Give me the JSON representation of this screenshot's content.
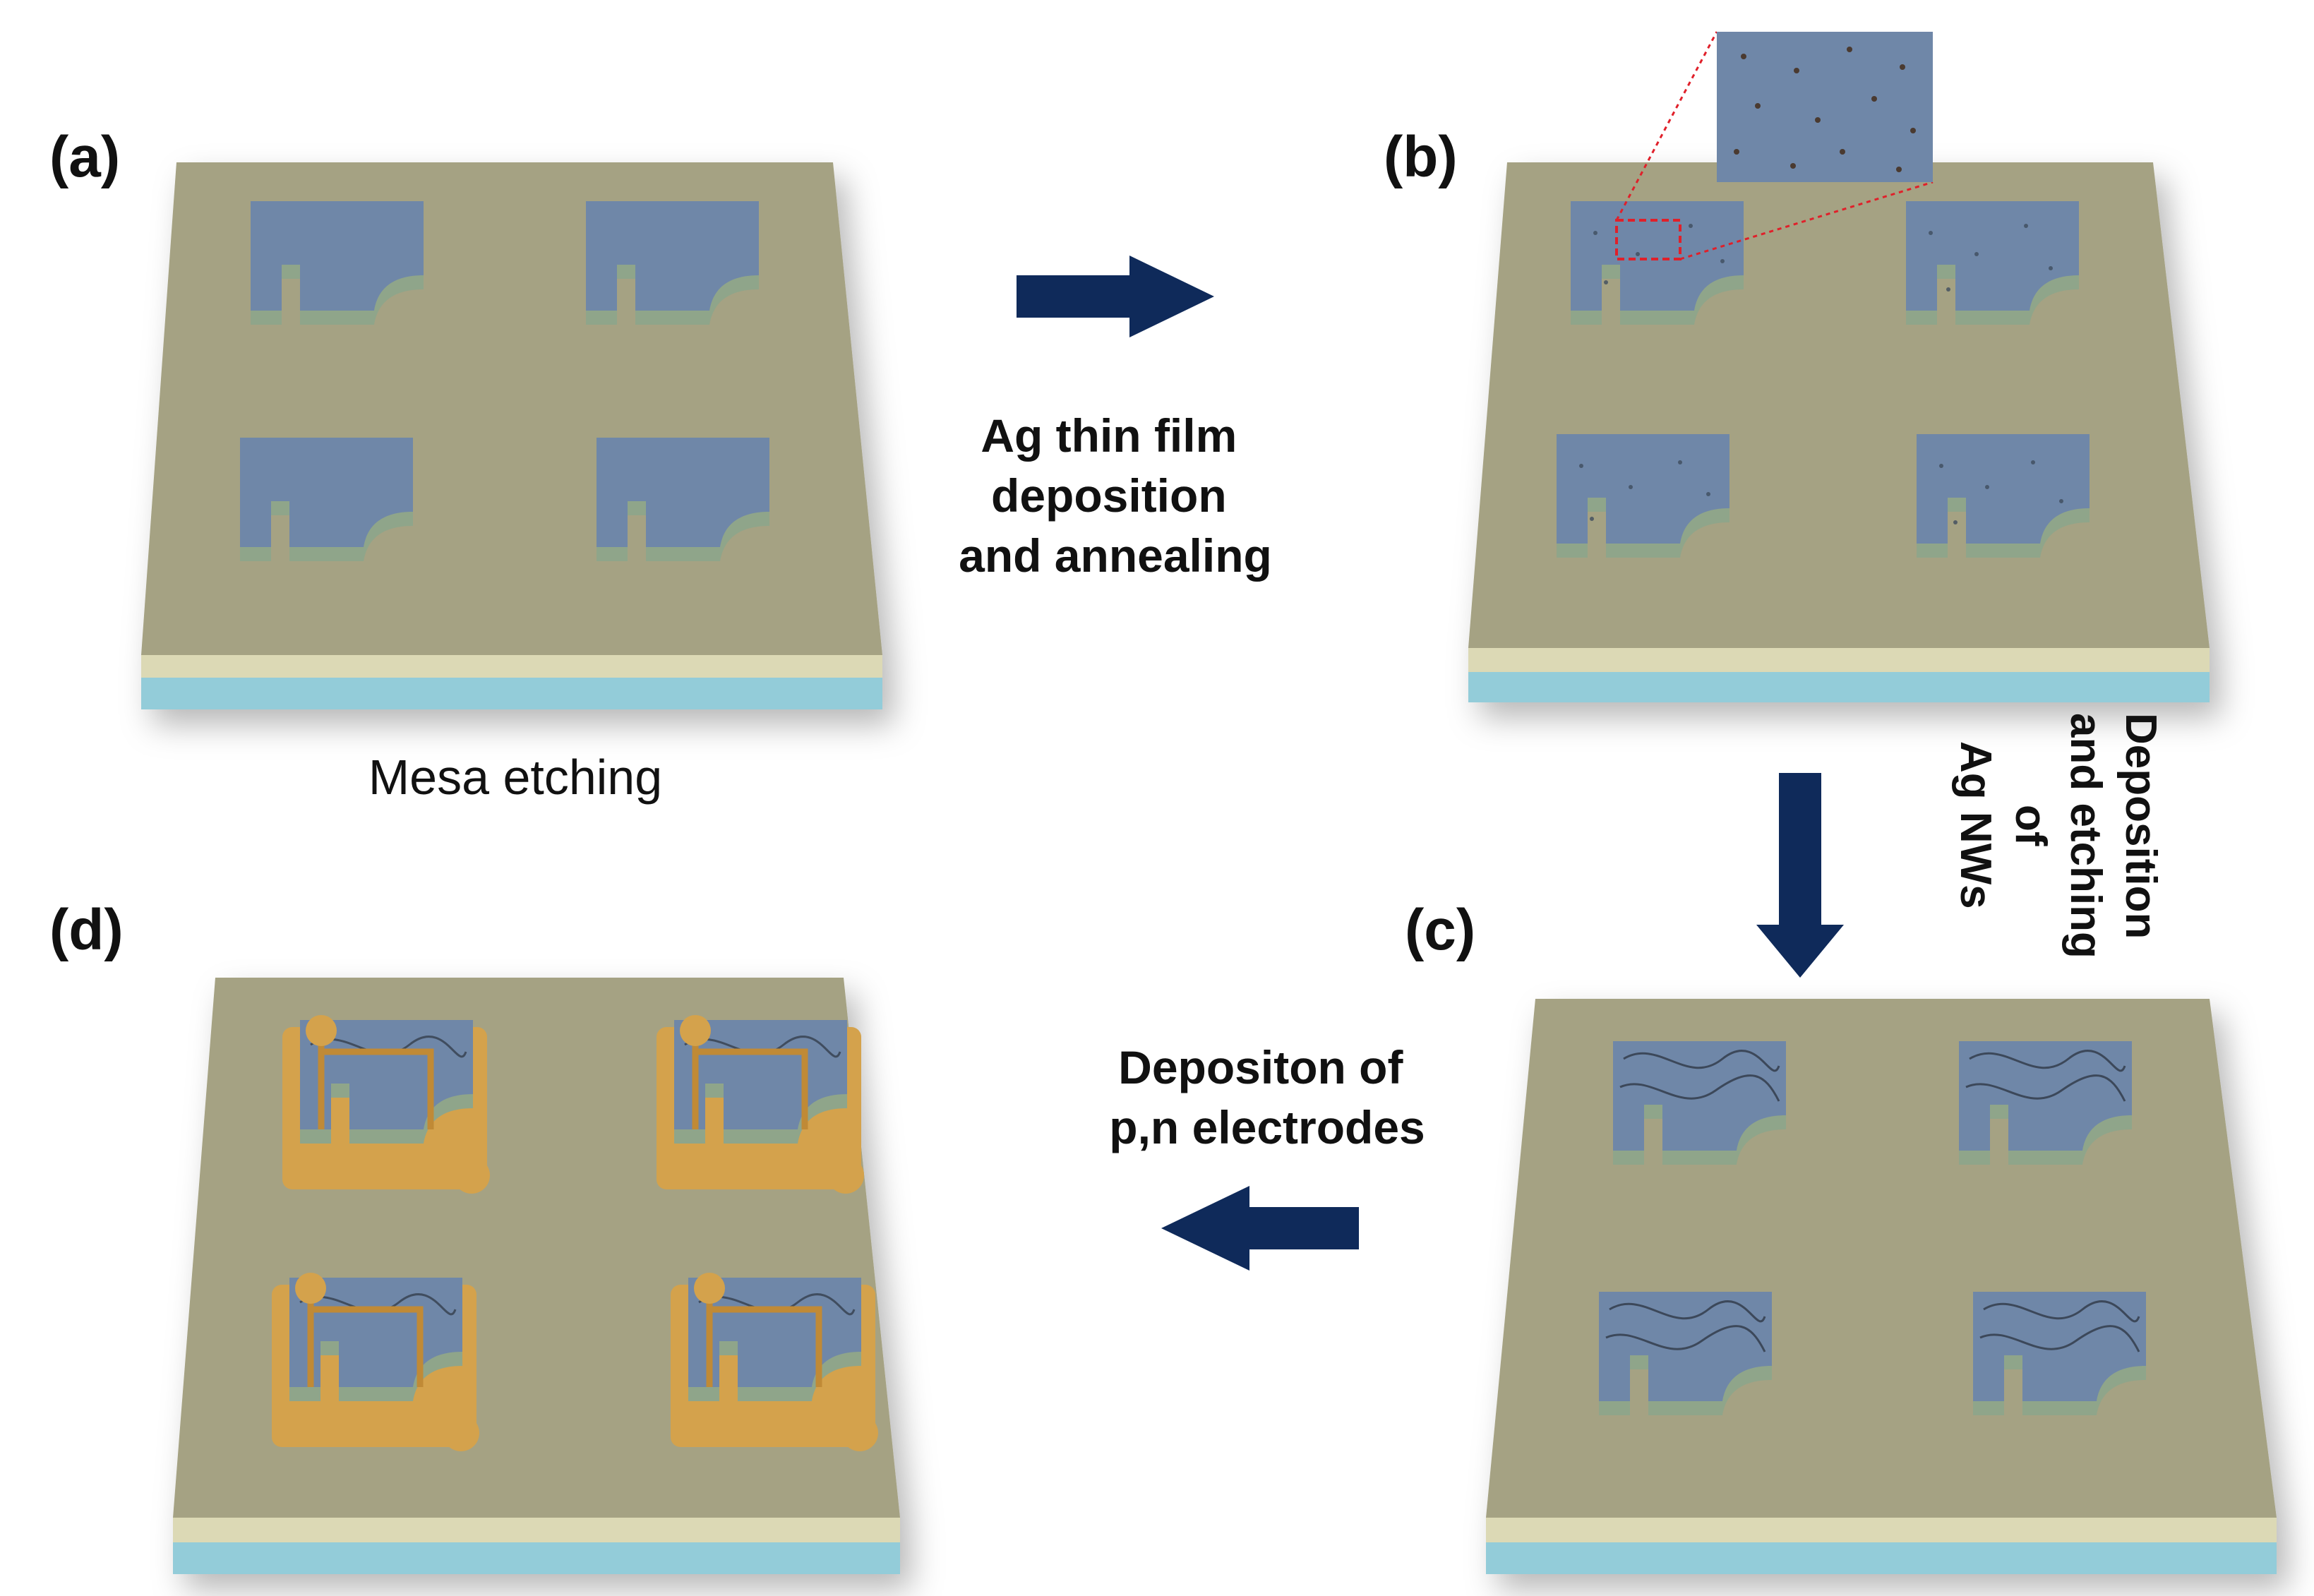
{
  "panels": {
    "a": {
      "label": "(a)",
      "caption": "Mesa etching"
    },
    "b": {
      "label": "(b)"
    },
    "c": {
      "label": "(c)"
    },
    "d": {
      "label": "(d)"
    }
  },
  "steps": {
    "ab": {
      "lines": [
        "Ag thin film",
        "deposition",
        "and annealing"
      ]
    },
    "bc": {
      "lines": [
        "Deposition",
        "and etching",
        "of",
        "Ag NWs"
      ]
    },
    "cd": {
      "lines": [
        "Depositon of",
        "p,n electrodes"
      ]
    }
  },
  "colors": {
    "substrate_top": "#a5a283",
    "substrate_front": "#dcd9b5",
    "substrate_bottom": "#93ccd9",
    "mesa": "#6f87a8",
    "mesa_side": "#8fa58a",
    "arrow": "#0f2a5a",
    "electrode": "#d4a24c",
    "zoom_dash": "#e0202a"
  }
}
